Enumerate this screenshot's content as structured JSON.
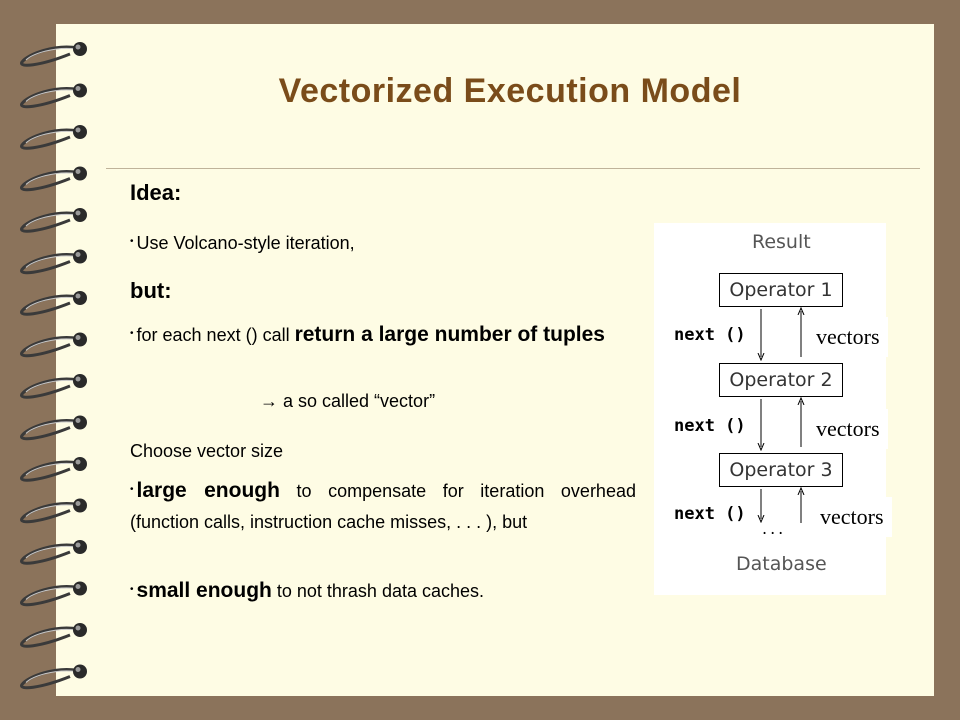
{
  "slide": {
    "title": "Vectorized Execution Model",
    "idea_heading": "Idea:",
    "bullet1": "Use Volcano-style iteration,",
    "but_heading": "but:",
    "bullet2_pre": "for each next () call ",
    "bullet2_bold": "return a large number of tuples",
    "arrow_line": "→  a so called “vector”",
    "choose_heading": "Choose vector size",
    "bullet3_bold": "large enough",
    "bullet3_rest": " to compensate for iteration overhead (function calls, instruction cache misses, . . . ), but",
    "bullet4_bold": "small enough",
    "bullet4_rest": " to not thrash data caches."
  },
  "diagram": {
    "result_label": "Result",
    "operators": [
      "Operator 1",
      "Operator 2",
      "Operator 3"
    ],
    "next_label": "next ()",
    "vectors_label": "vectors",
    "dots": "...",
    "database_label": "Database"
  },
  "colors": {
    "background": "#8b735b",
    "page": "#fefce4",
    "title": "#7a4c1a"
  }
}
